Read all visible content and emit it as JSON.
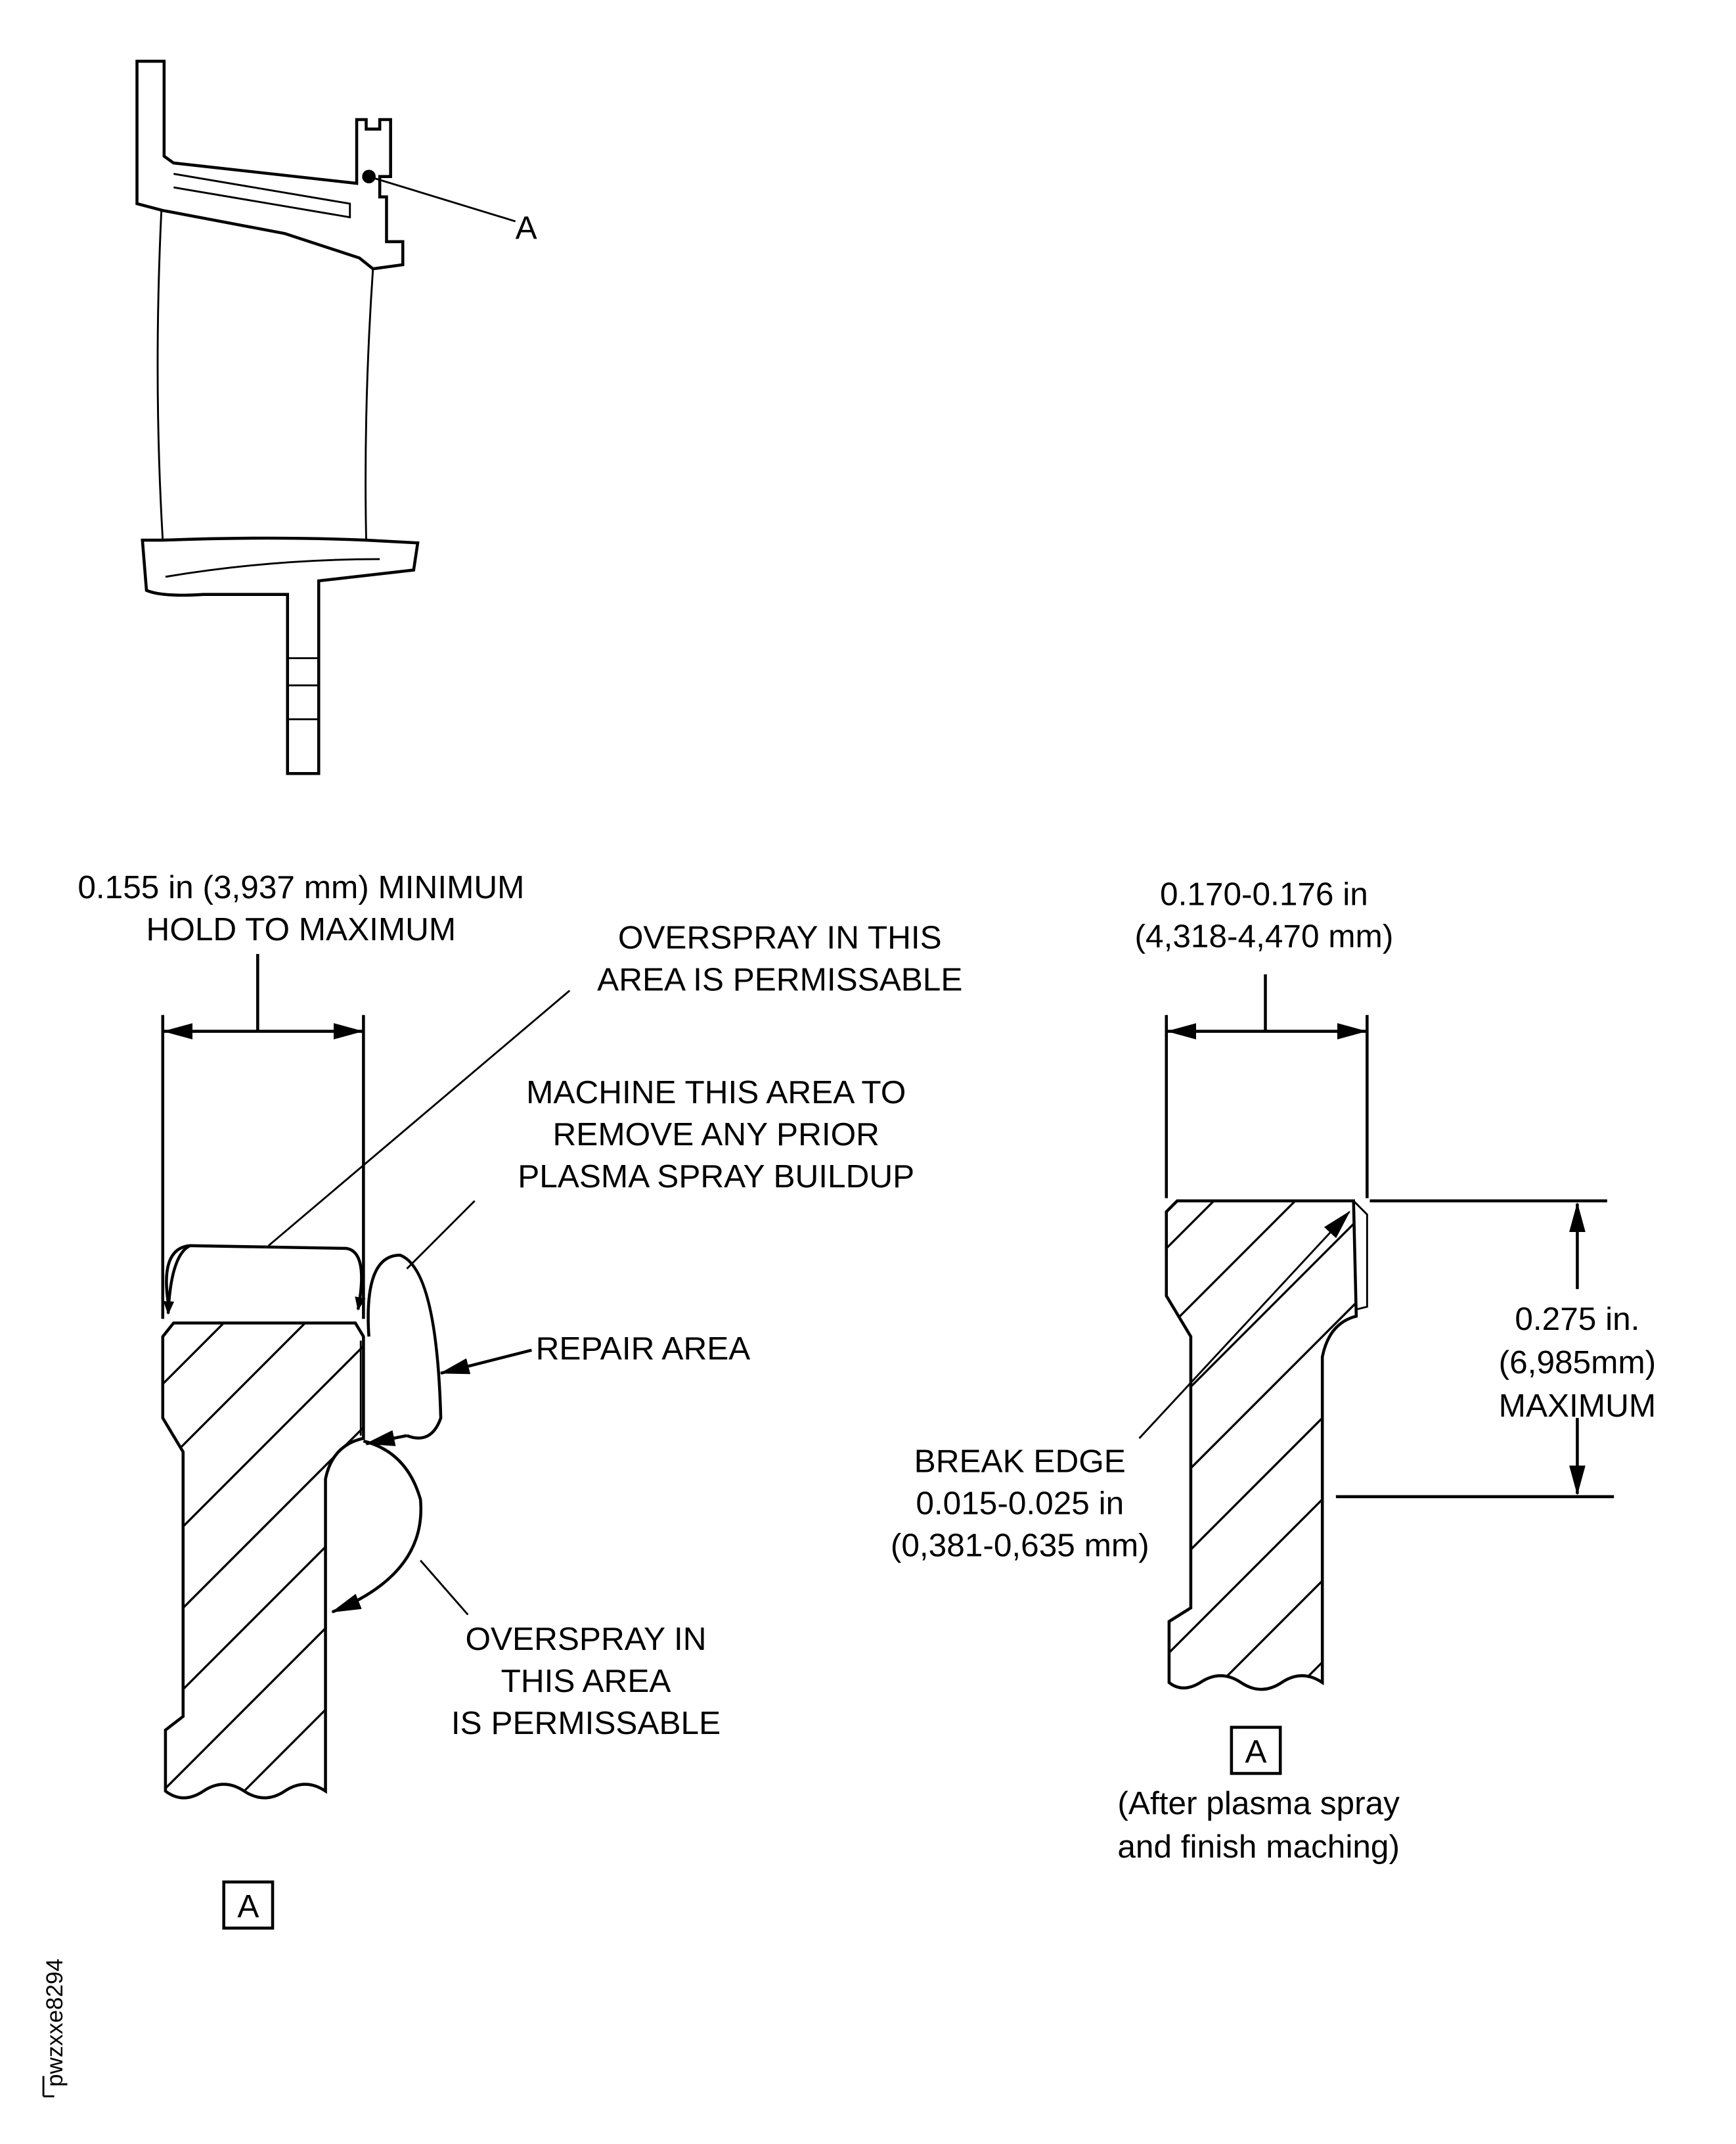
{
  "overview": {
    "callout_label": "A"
  },
  "section_before": {
    "dimension_line1": "0.155 in (3,937 mm) MINIMUM",
    "dimension_line2": "HOLD TO MAXIMUM",
    "overspray_top_line1": "OVERSPRAY IN THIS",
    "overspray_top_line2": "AREA IS PERMISSABLE",
    "machine_line1": "MACHINE THIS AREA TO",
    "machine_line2": "REMOVE ANY PRIOR",
    "machine_line3": "PLASMA SPRAY BUILDUP",
    "repair_area": "REPAIR AREA",
    "overspray_bottom_line1": "OVERSPRAY IN",
    "overspray_bottom_line2": "THIS AREA",
    "overspray_bottom_line3": "IS PERMISSABLE",
    "view_label": "A"
  },
  "section_after": {
    "dimension_line1": "0.170-0.176 in",
    "dimension_line2": "(4,318-4,470 mm)",
    "height_line1": "0.275 in.",
    "height_line2": "(6,985mm)",
    "height_line3": "MAXIMUM",
    "break_edge_line1": "BREAK EDGE",
    "break_edge_line2": "0.015-0.025 in",
    "break_edge_line3": "(0,381-0,635 mm)",
    "view_label": "A",
    "caption_line1": "(After plasma spray",
    "caption_line2": "and finish maching)"
  },
  "figure_id": "pwzxxe8294"
}
